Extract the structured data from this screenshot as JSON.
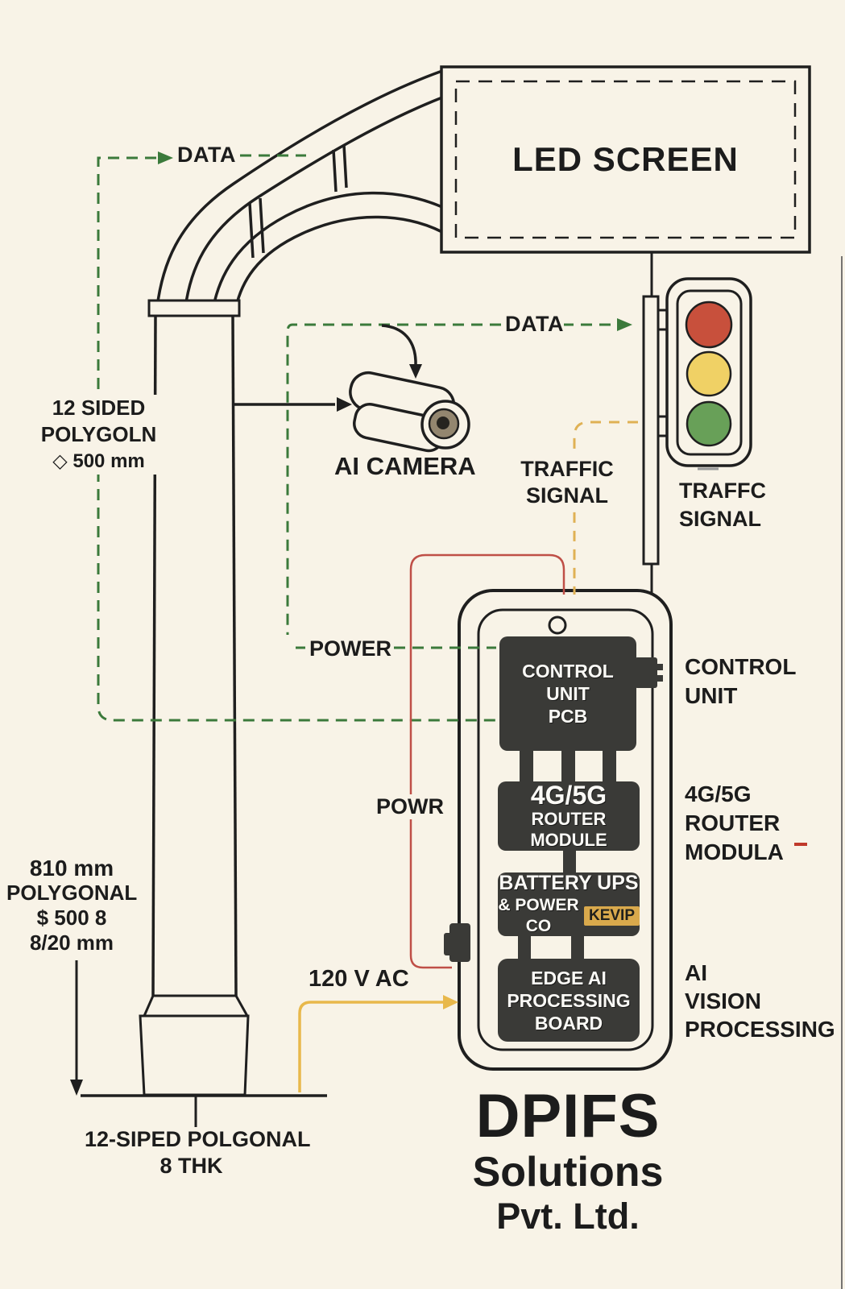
{
  "colors": {
    "background": "#f8f3e7",
    "line_black": "#1f1f1f",
    "data_green": "#3b7a3b",
    "signal_wire_yellow": "#dfb154",
    "power_wire_yellow": "#e8b84b",
    "power_wire_red": "#bf4f47",
    "component_dark": "#3a3a37",
    "badge_gold": "#d9a94c",
    "signal_red": "#c8503c",
    "signal_amber": "#f0d165",
    "signal_green": "#68a058"
  },
  "labels": {
    "data_top": "DATA",
    "data_camera": "DATA",
    "power": "POWER",
    "powr": "POWR",
    "voltage": "120 V AC"
  },
  "led_screen": {
    "title": "LED SCREEN"
  },
  "camera": {
    "label": "AI CAMERA"
  },
  "traffic_signal_label_left": {
    "line1": "TRAFFIC",
    "line2": "SIGNAL"
  },
  "traffic_signal_label_right": {
    "line1": "TRAFFC",
    "line2": "SIGNAL"
  },
  "pole_notes": {
    "upper": {
      "line1": "12 SIDED",
      "line2": "POLYGOLN",
      "line3": "◇ 500 mm"
    },
    "lower": {
      "line1": "810 mm",
      "line2": "POLYGONAL",
      "line3": "$ 500 8",
      "line4": "8/20 mm"
    },
    "base": {
      "line1": "12-SIPED POLGONAL",
      "line2": "8 THK"
    }
  },
  "cabinet": {
    "pcb": {
      "line1": "CONTROL UNIT",
      "line2": "PCB"
    },
    "router": {
      "line1": "4G/5G",
      "line2": "ROUTER MODULE"
    },
    "battery": {
      "line1": "BATTERY UPS",
      "line2": "& POWER CO",
      "badge": "KEVIP"
    },
    "edge": {
      "line1": "EDGE AI",
      "line2": "PROCESSING",
      "line3": "BOARD"
    }
  },
  "side_labels": {
    "control_unit": {
      "line1": "CONTROL",
      "line2": "UNIT"
    },
    "router": {
      "line1": "4G/5G",
      "line2": "ROUTER",
      "line3": "MODULA"
    },
    "ai": {
      "line1": "AI",
      "line2": "VISION",
      "line3": "PROCESSING"
    }
  },
  "brand": {
    "line1": "DPIFS",
    "line2": "Solutions",
    "line3": "Pvt. Ltd."
  }
}
